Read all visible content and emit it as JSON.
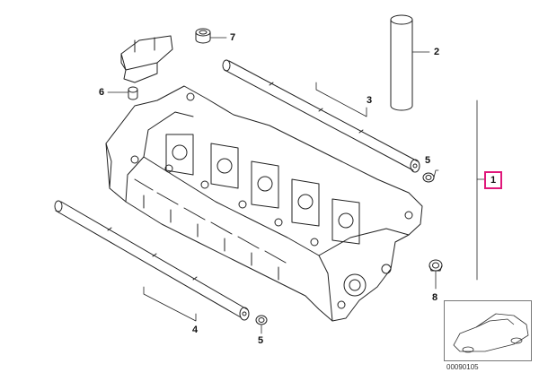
{
  "callouts": {
    "c1": "1",
    "c2": "2",
    "c3": "3",
    "c4": "4",
    "c5a": "5",
    "c5b": "5",
    "c6": "6",
    "c7": "7",
    "c8": "8"
  },
  "reference_code": "00090105",
  "colors": {
    "highlight": "#e0177a",
    "line": "#222222"
  }
}
